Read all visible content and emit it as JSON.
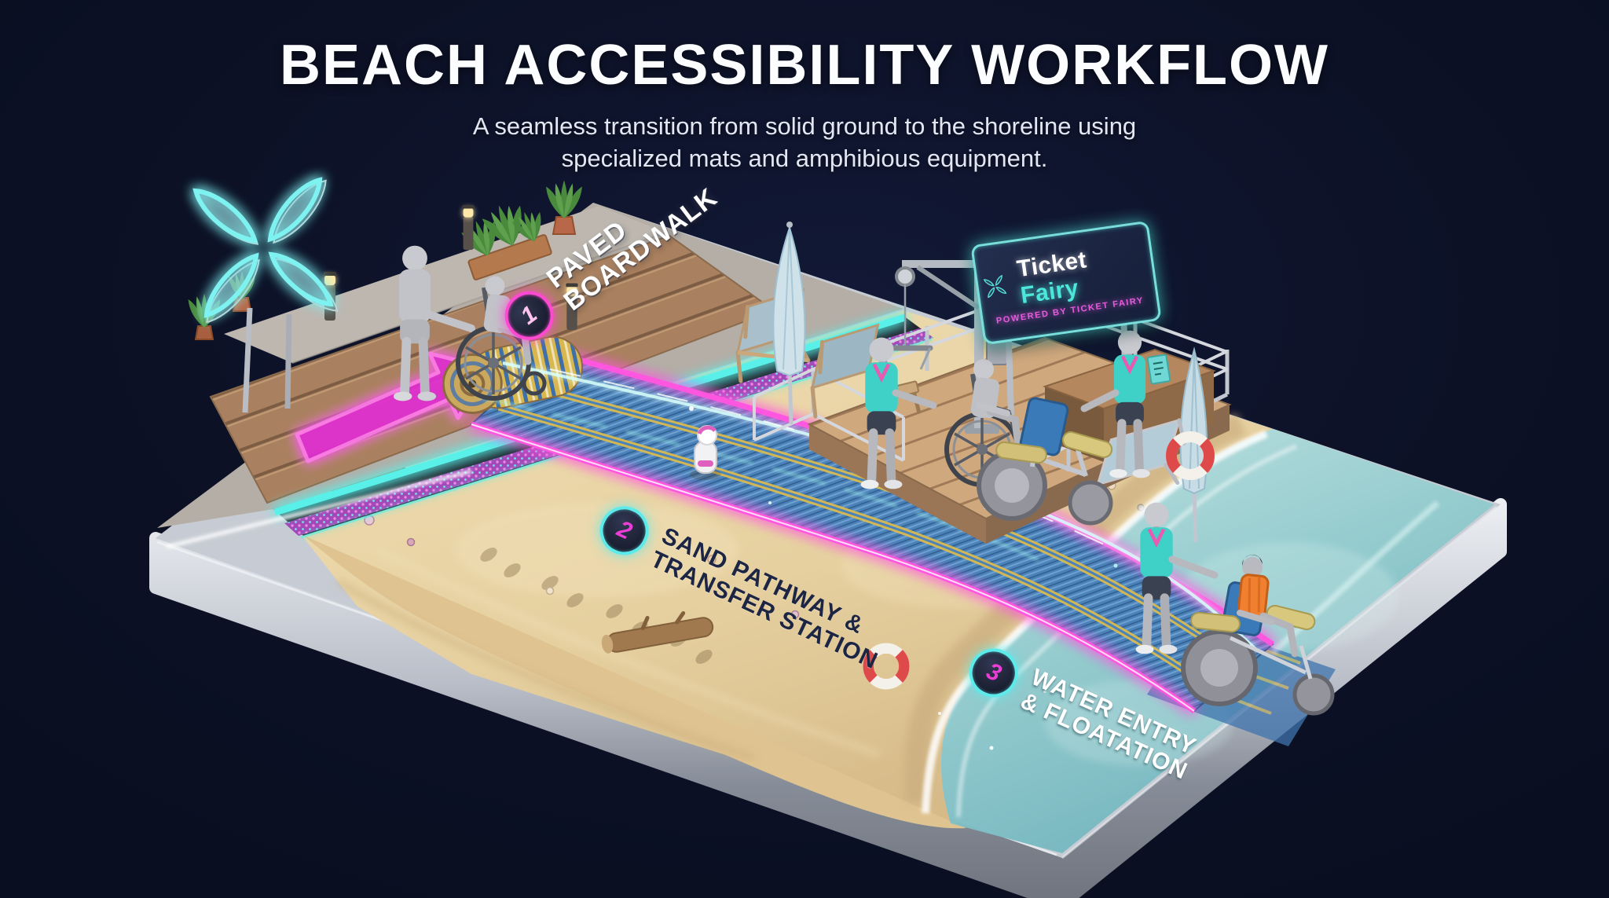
{
  "header": {
    "title": "BEACH ACCESSIBILITY WORKFLOW",
    "subtitle_line1": "A seamless transition from solid ground to the shoreline using",
    "subtitle_line2": "specialized mats and amphibious equipment."
  },
  "steps": [
    {
      "number": "1",
      "line1": "PAVED",
      "line2": "BOARDWALK",
      "badge_ring_color": "#ff49d3",
      "text_color": "#ffffff"
    },
    {
      "number": "2",
      "line1": "SAND PATHWAY &",
      "line2": "TRANSFER STATION",
      "badge_ring_color": "#5ceaea",
      "text_color": "#1c2644"
    },
    {
      "number": "3",
      "line1": "WATER ENTRY",
      "line2": "& FLOATATION",
      "badge_ring_color": "#5ceaea",
      "text_color": "#ffffff"
    }
  ],
  "sign": {
    "brand_word1": "Ticket",
    "brand_word2": "Fairy",
    "tagline": "POWERED BY TICKET FAIRY"
  },
  "scene": {
    "zones": [
      "paved-boardwalk",
      "sand-pathway-and-transfer-station",
      "water-entry-and-floatation"
    ],
    "props": [
      "neon-butterfly-logo",
      "potted-plants",
      "planter-box",
      "bollard-lights",
      "caregiver-pushing-wheelchair",
      "rolled-access-mat",
      "beach-access-mat",
      "neon-direction-arrow",
      "glowing-edge-strip",
      "light-trails",
      "assistance-robot",
      "deck-chairs",
      "side-table",
      "closed-beach-umbrellas",
      "lounge-chair",
      "transfer-deck",
      "deck-railings",
      "patient-hoist",
      "staff-members",
      "manual-wheelchair",
      "amphibious-beach-wheelchair",
      "ticket-fairy-kiosk",
      "kiosk-flyer",
      "lifesaver-rings",
      "driftwood-logs",
      "footprints",
      "seashells",
      "shoreline-waves",
      "submerged-mat",
      "metallic-base-platform"
    ]
  },
  "colors": {
    "background": "#0c1126",
    "neon_cyan": "#5ceaea",
    "neon_magenta": "#f03cdc",
    "sand": "#e9d6a9",
    "mat_blue": "#4a82ba",
    "mat_stripe_yellow": "#d9b94f",
    "water": "#9fd3d4",
    "wood": "#aa8160",
    "deck_wood": "#cfa87e",
    "metal": "#c7ccd4",
    "staff_shirt_teal": "#3fd0c8",
    "life_vest_orange": "#f08030"
  }
}
